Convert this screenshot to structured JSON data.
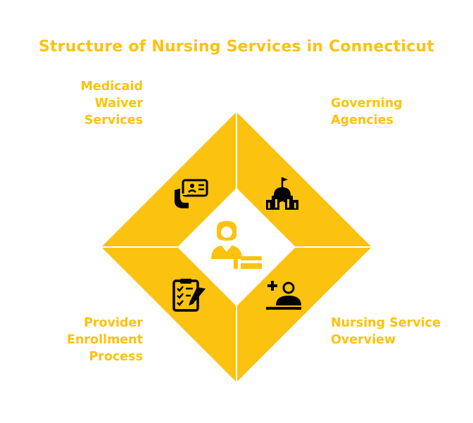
{
  "title": "Structure of Nursing Services in Connecticut",
  "colors": {
    "accent": "#FCC210",
    "icon": "#000000",
    "background": "#FFFFFF"
  },
  "quadrants": [
    {
      "label": "Medicaid\nWaiver\nServices",
      "icon": "hand-card-icon"
    },
    {
      "label": "Governing\nAgencies",
      "icon": "government-building-icon"
    },
    {
      "label": "Provider\nEnrollment\nProcess",
      "icon": "clipboard-checklist-icon"
    },
    {
      "label": "Nursing Service\nOverview",
      "icon": "nurse-service-icon"
    }
  ],
  "center": {
    "icon": "nurse-patient-icon"
  }
}
